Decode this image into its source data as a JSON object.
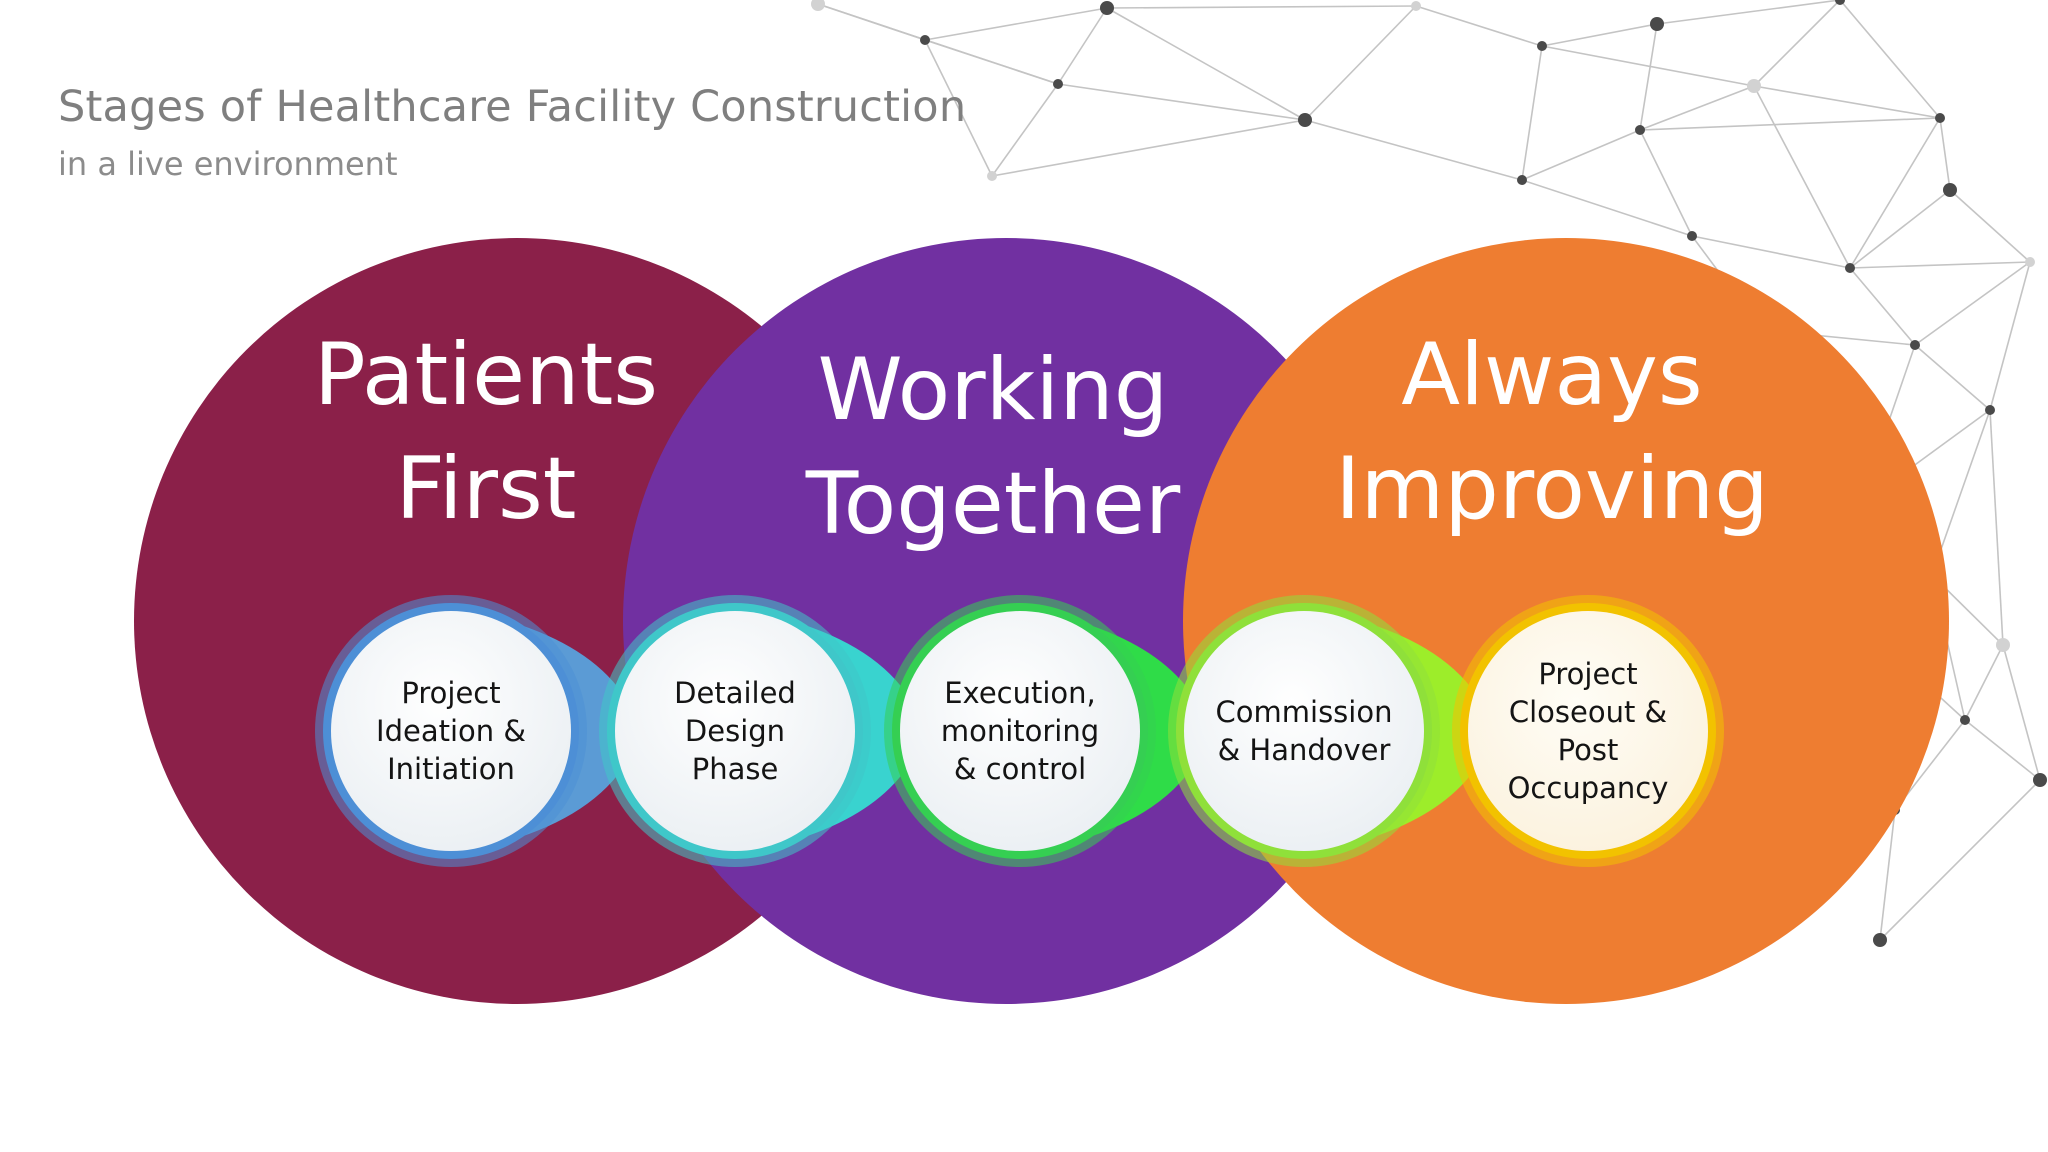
{
  "title": "Stages of Healthcare Facility Construction",
  "subtitle": "in a live environment",
  "values": [
    {
      "line1": "Patients",
      "line2": "First",
      "color": "#8b2049"
    },
    {
      "line1": "Working",
      "line2": "Together",
      "color": "#7130a1"
    },
    {
      "line1": "Always",
      "line2": "Improving",
      "color": "#ee7d31"
    }
  ],
  "stages": [
    {
      "lines": [
        "Project",
        "Ideation &",
        "Initiation"
      ],
      "ring": "#4d8fd6",
      "arrow": "#5b9bd5"
    },
    {
      "lines": [
        "Detailed",
        "Design",
        "Phase"
      ],
      "ring": "#3fc7c9",
      "arrow": "#39d3cf"
    },
    {
      "lines": [
        "Execution,",
        "monitoring",
        "& control"
      ],
      "ring": "#35cf52",
      "arrow": "#2fdc48"
    },
    {
      "lines": [
        "Commission",
        "& Handover"
      ],
      "ring": "#8fe03a",
      "arrow": "#9ded2a"
    },
    {
      "lines": [
        "Project",
        "Closeout &",
        "Post",
        "Occupancy"
      ],
      "ring": "#f2c200",
      "arrow": "#f2c200"
    }
  ]
}
